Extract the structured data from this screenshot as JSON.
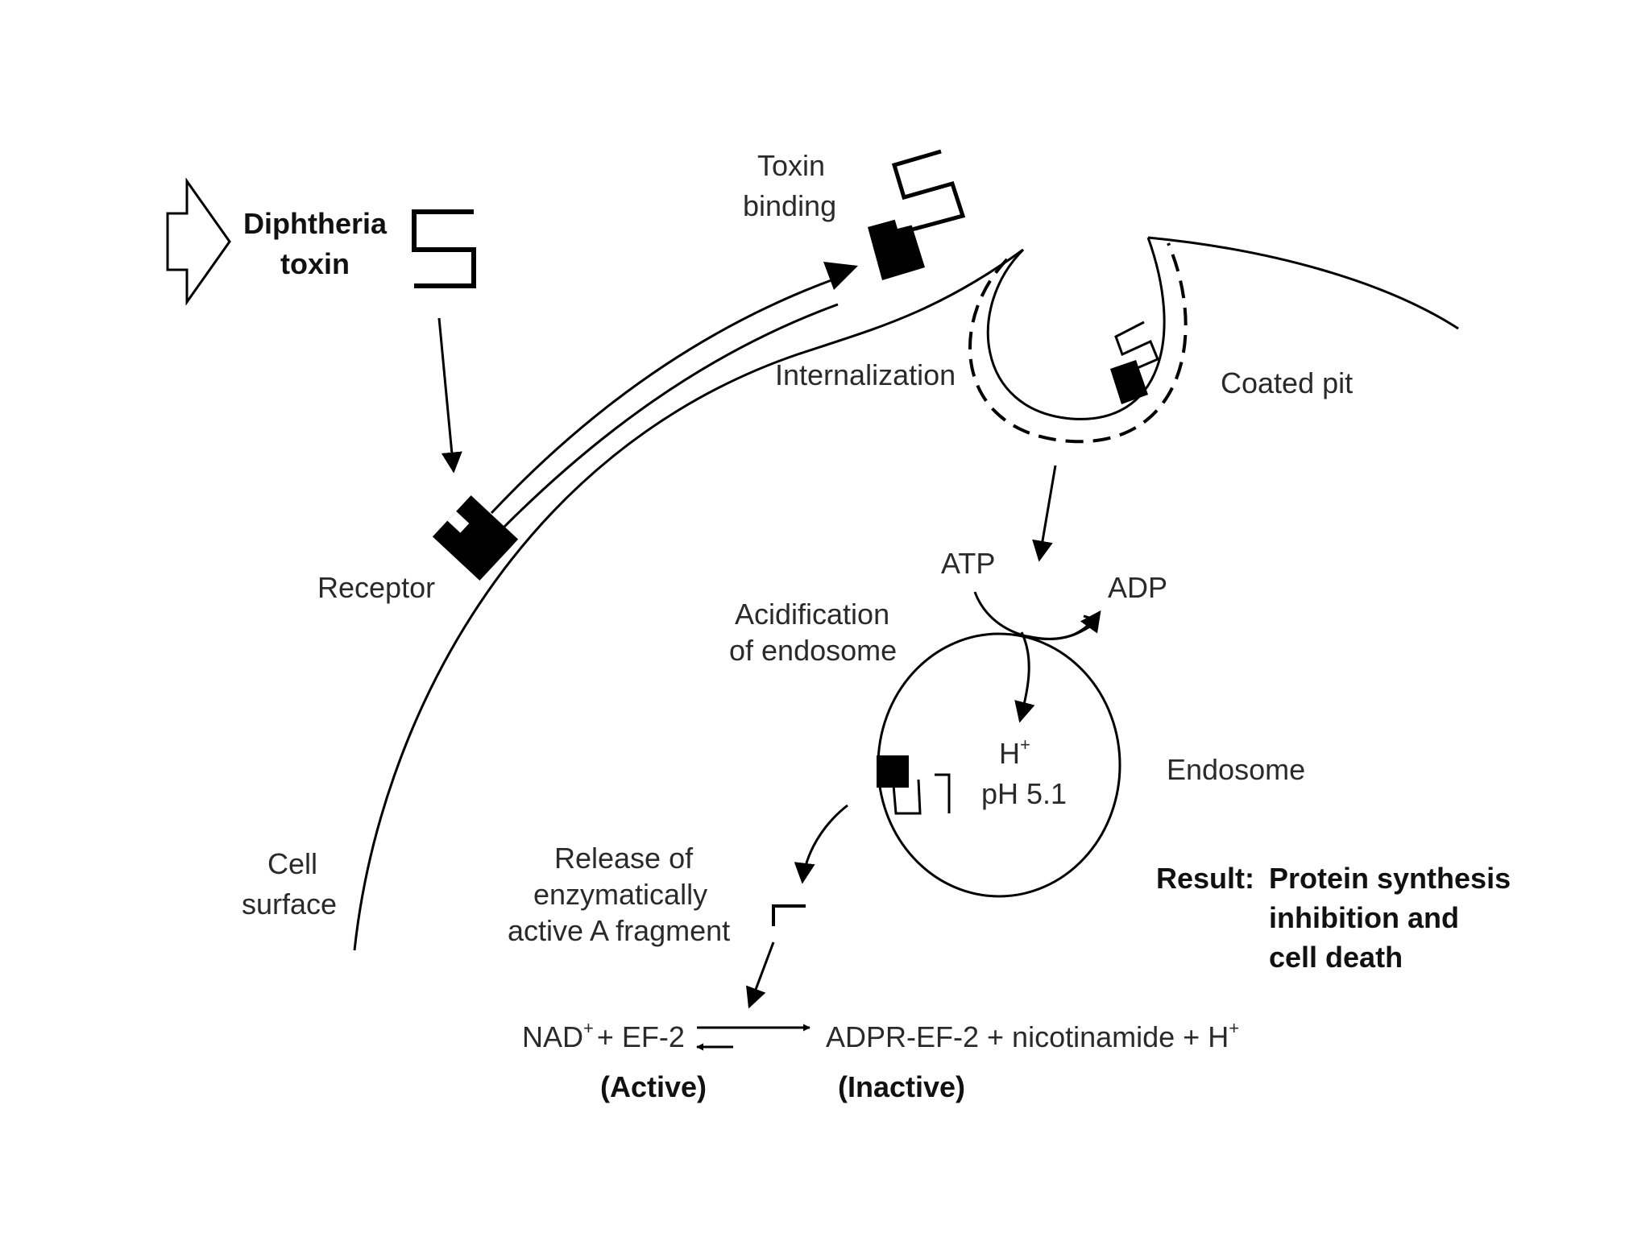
{
  "labels": {
    "diphtheria_toxin_1": "Diphtheria",
    "diphtheria_toxin_2": "toxin",
    "toxin_binding_1": "Toxin",
    "toxin_binding_2": "binding",
    "internalization": "Internalization",
    "coated_pit": "Coated pit",
    "receptor": "Receptor",
    "atp": "ATP",
    "adp": "ADP",
    "acidification_1": "Acidification",
    "acidification_2": "of endosome",
    "h_plus": "H",
    "h_plus_sup": "+",
    "ph": "pH 5.1",
    "endosome": "Endosome",
    "cell_surface_1": "Cell",
    "cell_surface_2": "surface",
    "release_1": "Release of",
    "release_2": "enzymatically",
    "release_3": "active A fragment",
    "result_label": "Result:",
    "result_1": "Protein synthesis",
    "result_2": "inhibition and",
    "result_3": "cell death",
    "nad": "NAD",
    "nad_sup": "+",
    "nad_rest": "+ EF-2",
    "products": "ADPR-EF-2 + nicotinamide + H",
    "products_sup": "+",
    "active": "(Active)",
    "inactive": "(Inactive)"
  }
}
